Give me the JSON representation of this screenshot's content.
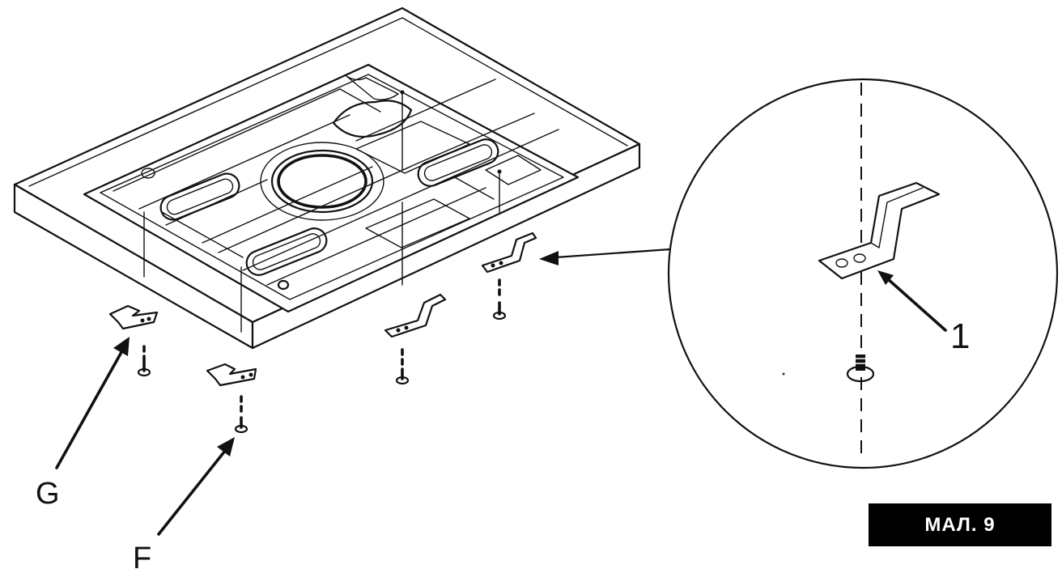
{
  "callouts": {
    "G": "G",
    "F": "F",
    "detail_number": "1"
  },
  "figure_label": "МАЛ.  9",
  "colors": {
    "ink": "#111111",
    "paper": "#ffffff",
    "tag_background": "#000000",
    "tag_text": "#ffffff"
  }
}
